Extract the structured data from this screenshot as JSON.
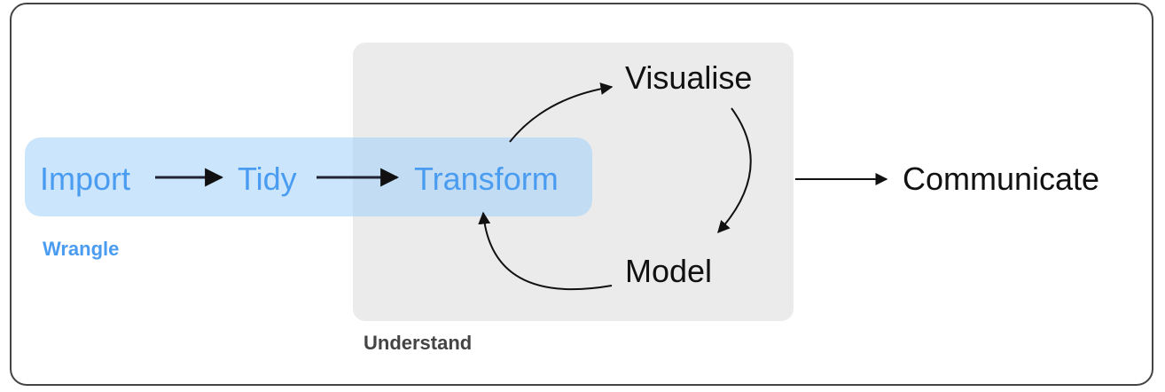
{
  "colors": {
    "wrangle_text": "#4a9cf0",
    "wrangle_box": "#9fd0fa",
    "understand_box": "#ebebeb",
    "understand_text": "#444444",
    "node_text": "#111111",
    "arrow": "#111111"
  },
  "groups": {
    "wrangle": "Wrangle",
    "understand": "Understand"
  },
  "nodes": {
    "import": "Import",
    "tidy": "Tidy",
    "transform": "Transform",
    "visualise": "Visualise",
    "model": "Model",
    "communicate": "Communicate"
  },
  "edges": [
    [
      "Import",
      "Tidy"
    ],
    [
      "Tidy",
      "Transform"
    ],
    [
      "Transform",
      "Visualise"
    ],
    [
      "Visualise",
      "Model"
    ],
    [
      "Model",
      "Transform"
    ],
    [
      "Understand",
      "Communicate"
    ]
  ]
}
